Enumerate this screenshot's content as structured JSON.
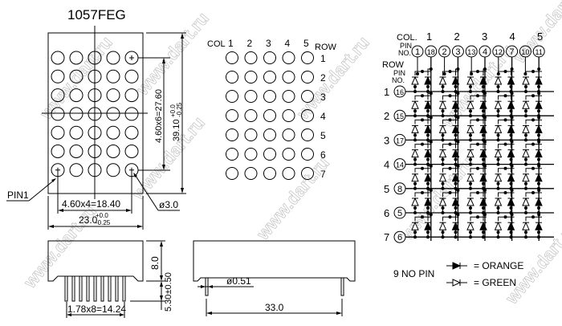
{
  "title": "1057FEG",
  "watermark": "www.dart.ru",
  "front_view": {
    "rows": 7,
    "cols": 5,
    "pin1_label": "PIN1",
    "dim_row_pitch": "4.60x6=27.60",
    "dim_height": "39.10",
    "dim_height_tol_plus": "+0.0",
    "dim_height_tol_minus": "-0.25",
    "dim_col_pitch": "4.60x4=18.40",
    "dim_width": "23.0",
    "dim_width_tol_plus": "+0.0",
    "dim_width_tol_minus": "-0.25",
    "dot_diameter": "ø3.0"
  },
  "grid_view": {
    "col_label": "COL",
    "row_label": "ROW",
    "col_numbers": [
      "1",
      "2",
      "3",
      "4",
      "5"
    ],
    "row_numbers": [
      "1",
      "2",
      "3",
      "4",
      "5",
      "6",
      "7"
    ]
  },
  "side_view": {
    "pin_count": 9,
    "dim_body_height": "8.0",
    "dim_pin_length": "5.30±0.50",
    "dim_pin_pitch": "1.78x8=14.24"
  },
  "end_view": {
    "pin_diameter": "ø0.51",
    "dim_length": "33.0"
  },
  "schematic": {
    "col_label": "COL.",
    "pin_no_label_1": "PIN",
    "pin_no_label_2": "NO.",
    "row_label": "ROW",
    "col_numbers": [
      "1",
      "2",
      "3",
      "4",
      "5"
    ],
    "col_pins": [
      "1",
      "18",
      "2",
      "3",
      "13",
      "4",
      "12",
      "7",
      "10",
      "11"
    ],
    "row_numbers": [
      "1",
      "2",
      "3",
      "4",
      "5",
      "6",
      "7"
    ],
    "row_pins": [
      "16",
      "15",
      "17",
      "14",
      "8",
      "5",
      "6"
    ]
  },
  "legend": {
    "no_pin": "9  NO PIN",
    "orange": "= ORANGE",
    "green": "= GREEN"
  }
}
